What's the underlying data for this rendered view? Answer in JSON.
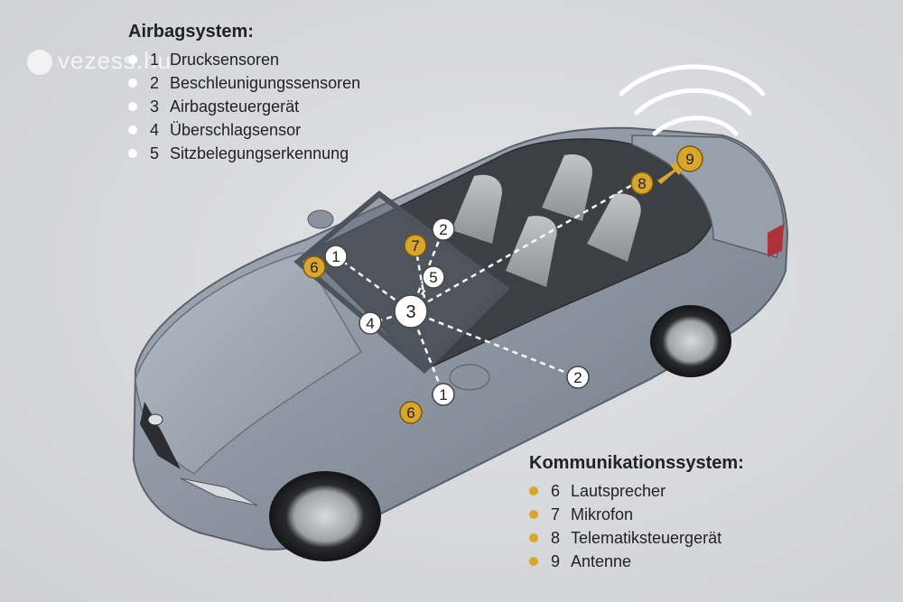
{
  "watermark": {
    "text": "vezess.hu"
  },
  "airbag": {
    "title": "Airbagsystem:",
    "bullet_color": "#ffffff",
    "items": [
      {
        "num": "1",
        "label": "Drucksensoren"
      },
      {
        "num": "2",
        "label": "Beschleunigungssensoren"
      },
      {
        "num": "3",
        "label": "Airbagsteuergerät"
      },
      {
        "num": "4",
        "label": "Überschlagsensor"
      },
      {
        "num": "5",
        "label": "Sitzbelegungserkennung"
      }
    ]
  },
  "comm": {
    "title": "Kommunikationssystem:",
    "bullet_color": "#d9a62a",
    "items": [
      {
        "num": "6",
        "label": "Lautsprecher"
      },
      {
        "num": "7",
        "label": "Mikrofon"
      },
      {
        "num": "8",
        "label": "Telematiksteuergerät"
      },
      {
        "num": "9",
        "label": "Antenne"
      }
    ]
  },
  "markers": {
    "white": [
      "1",
      "2",
      "3",
      "4",
      "5",
      "1",
      "2"
    ],
    "gold": [
      "6",
      "7",
      "6",
      "8",
      "9"
    ]
  },
  "colors": {
    "white_marker": "#ffffff",
    "gold_marker": "#d9a62a",
    "car_body": "#8e97a3"
  }
}
